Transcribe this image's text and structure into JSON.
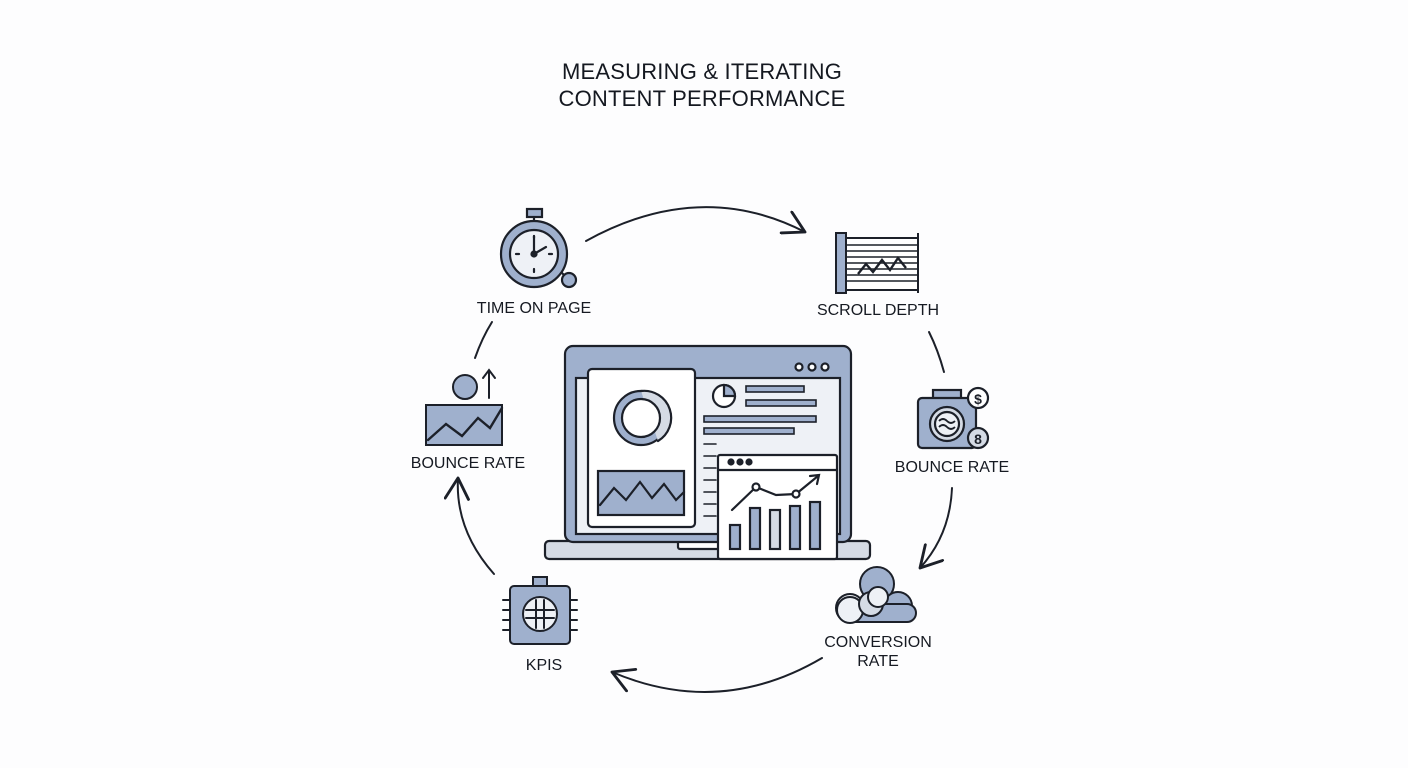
{
  "title": {
    "line1": "MEASURING & ITERATING",
    "line2": "CONTENT PERFORMANCE"
  },
  "steps": [
    {
      "label": "TIME ON PAGE",
      "icon": "stopwatch-icon"
    },
    {
      "label": "SCROLL DEPTH",
      "icon": "scroll-chart-icon"
    },
    {
      "label": "BOUNCE RATE",
      "icon": "camera-currency-icon"
    },
    {
      "label_line1": "CONVERSION",
      "label_line2": "RATE",
      "icon": "cloud-icon"
    },
    {
      "label": "KPIS",
      "icon": "kpi-chip-icon"
    },
    {
      "label": "BOUNCE RATE",
      "icon": "person-trend-icon"
    }
  ],
  "center": {
    "icon": "analytics-dashboard-laptop-icon"
  },
  "colors": {
    "accent_fill": "#9fb0cd",
    "light_fill": "#d5dbe5",
    "stroke": "#1c2029",
    "background": "#fdfdfe"
  }
}
